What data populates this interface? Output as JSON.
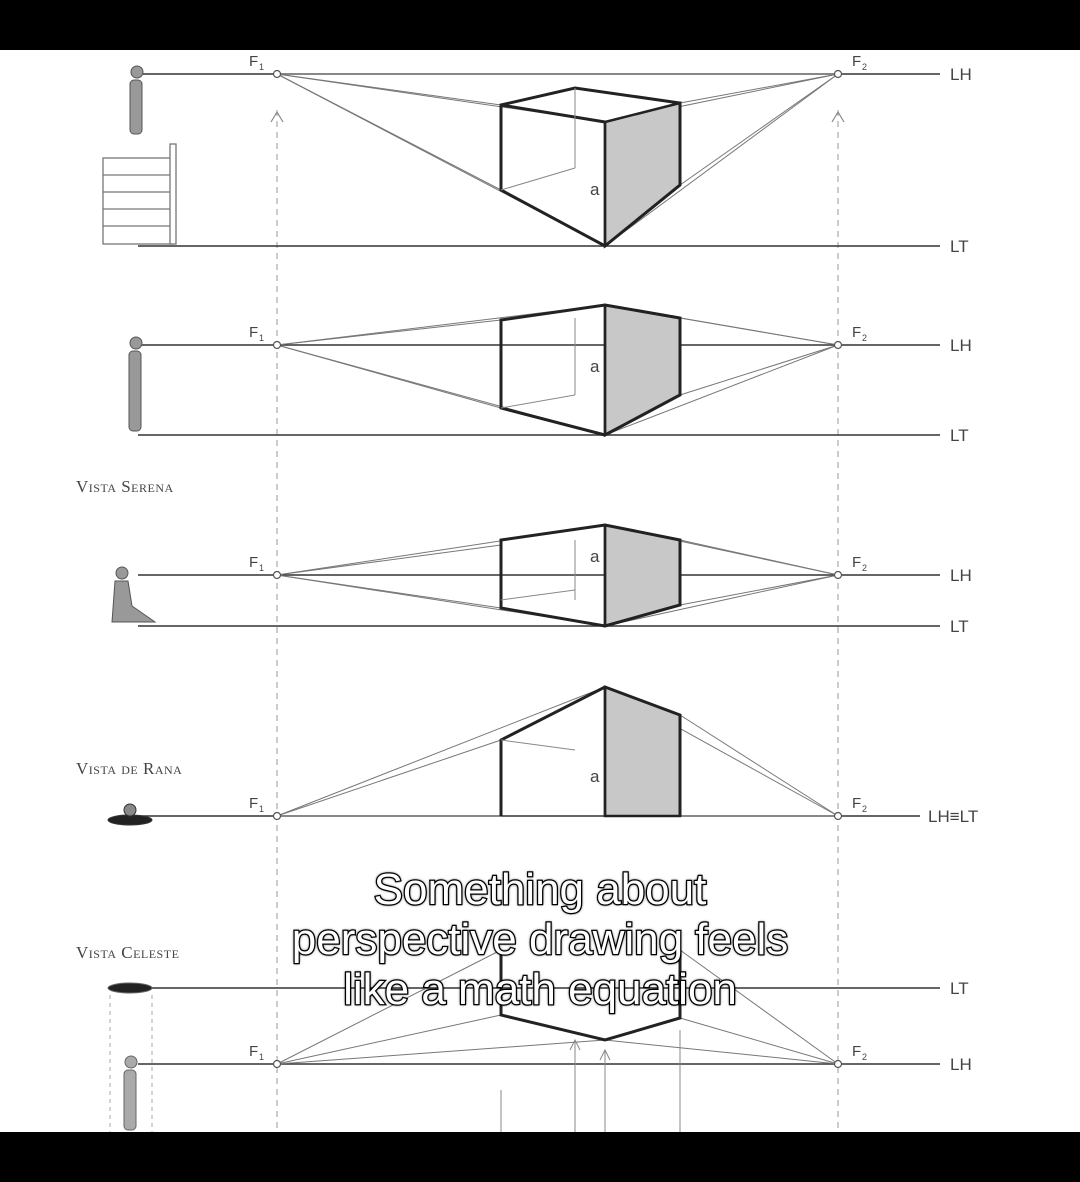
{
  "caption": {
    "line1": "Something about",
    "line2": "perspective drawing feels",
    "line3": "like a math equation"
  },
  "views": [
    {
      "title": "",
      "lh": "LH",
      "lt": "LT",
      "f1": "F",
      "f1_sub": "1",
      "f2": "F",
      "f2_sub": "2",
      "face": "a"
    },
    {
      "title": "",
      "lh": "LH",
      "lt": "LT",
      "f1": "F",
      "f1_sub": "1",
      "f2": "F",
      "f2_sub": "2",
      "face": "a"
    },
    {
      "title": "Vista Serena",
      "lh": "LH",
      "lt": "LT",
      "f1": "F",
      "f1_sub": "1",
      "f2": "F",
      "f2_sub": "2",
      "face": "a"
    },
    {
      "title": "Vista de Rana",
      "lh": "LH≡LT",
      "lt": "",
      "f1": "F",
      "f1_sub": "1",
      "f2": "F",
      "f2_sub": "2",
      "face": "a"
    },
    {
      "title": "Vista Celeste",
      "lh": "LH",
      "lt": "LT",
      "f1": "F",
      "f1_sub": "1",
      "f2": "F",
      "f2_sub": "2",
      "face": ""
    }
  ],
  "colors": {
    "background": "#000000",
    "paper": "#ffffff",
    "ink": "#222222",
    "shade": "#c8c8c8",
    "caption_fill": "#ffffff",
    "caption_stroke": "#000000"
  }
}
